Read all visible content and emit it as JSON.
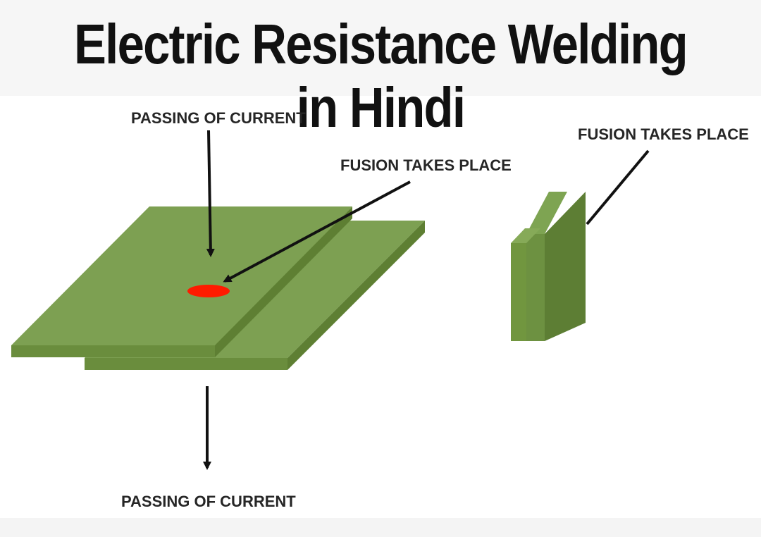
{
  "title": "Electric Resistance Welding in Hindi",
  "labels": {
    "top_current": "PASSING OF CURRENT",
    "fusion_center": "FUSION TAKES PLACE",
    "fusion_right": "FUSION TAKES PLACE",
    "bottom_current": "PASSING OF CURRENT"
  },
  "colors": {
    "plate_top": "#7da052",
    "plate_front": "#6a8d3d",
    "plate_side": "#5e7f33",
    "fusion_spot": "#ff1b00",
    "arrow": "#111111"
  }
}
